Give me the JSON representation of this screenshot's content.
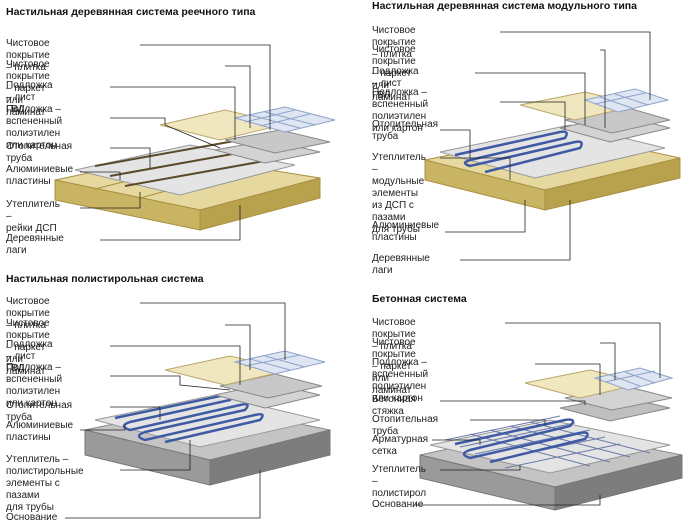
{
  "panels": [
    {
      "title": "Настильная деревянная система реечного типа",
      "labels": [
        "Чистовое покрытие – плитка",
        "Чистовое покрытие – паркет или ламинат",
        "Подложка – лист ГВЛ",
        "Подложка – вспененный\nполиэтилен или картон",
        "Отопительная труба",
        "Алюминиевые\nпластины",
        "Утеплитель –\nрейки ДСП",
        "Деревянные лаги"
      ]
    },
    {
      "title": "Настильная деревянная система модульного типа",
      "labels": [
        "Чистовое покрытие – плитка",
        "Чистовое покрытие – паркет или ламинат",
        "Подложка – лист ГВЛ",
        "Подложка – вспененный\nполиэтилен или картон",
        "Отопительная\nтруба",
        "Утеплитель –\nмодульные\nэлементы\nиз ДСП с пазами\nдля трубы",
        "Алюминиевые\nпластины",
        "Деревянные лаги"
      ]
    },
    {
      "title": "Настильная полистирольная система",
      "labels": [
        "Чистовое покрытие – плитка",
        "Чистовое покрытие – паркет или ламинат",
        "Подложка – лист ГВЛ",
        "Подложка – вспененный\nполиэтилен или картон",
        "Отопительная труба",
        "Алюминиевые\nпластины",
        "Утеплитель –\nполистирольные\nэлементы с пазами\nдля трубы",
        "Основание"
      ]
    },
    {
      "title": "Бетонная система",
      "labels": [
        "Чистовое покрытие – плитка",
        "Чистовое покрытие – паркет или ламинат",
        "Подложка – вспененный полиэтилен\nили картон",
        "Бетонная стяжка",
        "Отопительная труба",
        "Арматурная\nсетка",
        "Утеплитель –\nполистирол",
        "Основание"
      ]
    }
  ],
  "colors": {
    "wood": "#d8c67a",
    "wood_dark": "#b9a24e",
    "grey_layer": "#d7d7d7",
    "tile": "#dde6f2",
    "tile_grid": "#8fa3c8",
    "parquet": "#f1e7bf",
    "pipe": "#3d5aa3",
    "base": "#9a9a9a"
  }
}
